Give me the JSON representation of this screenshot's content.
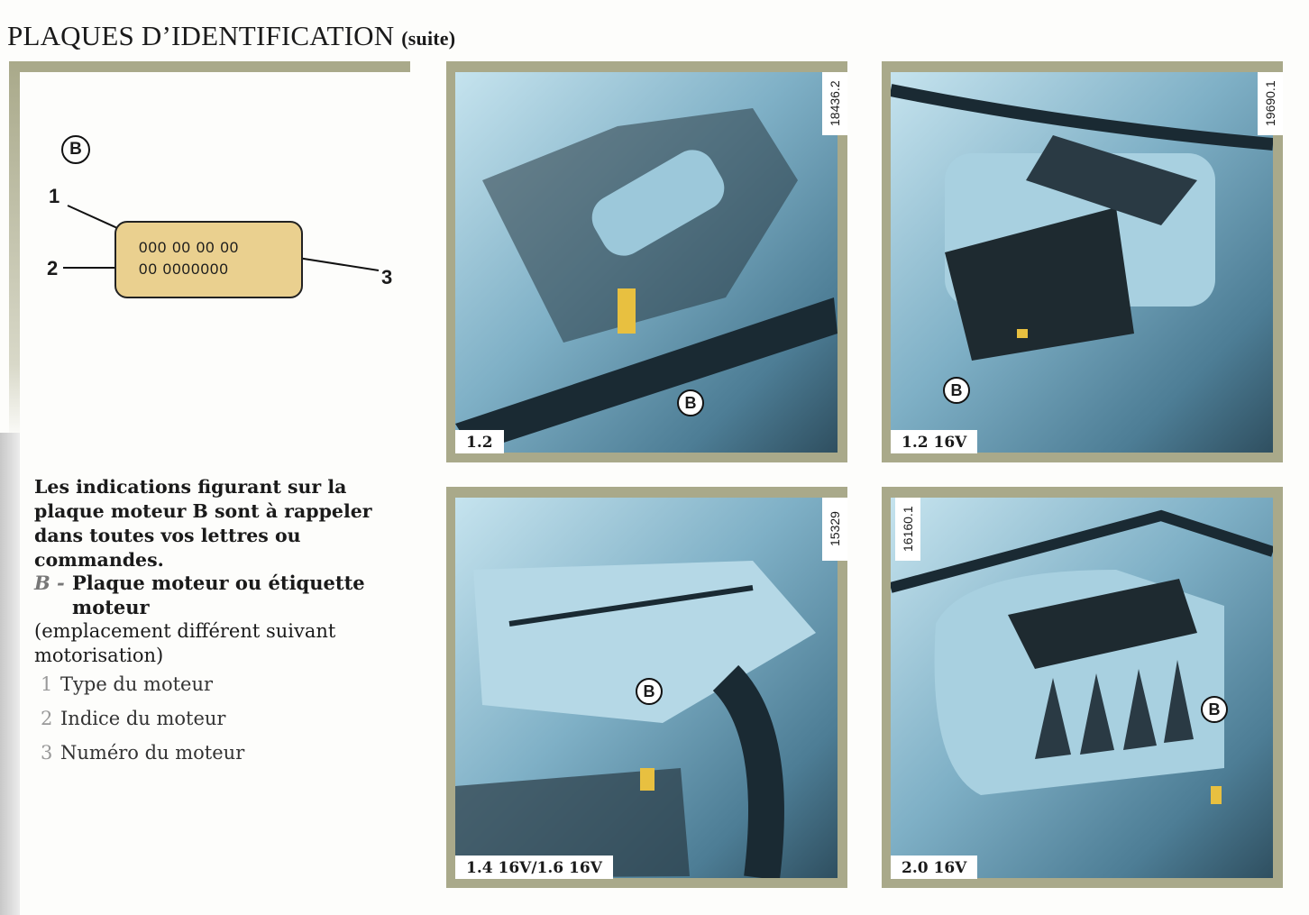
{
  "header": {
    "title": "PLAQUES D’IDENTIFICATION",
    "subtitle": "(suite)"
  },
  "diagram": {
    "marker": "B",
    "plate_line1": "000 00 00 00",
    "plate_line2": "00 0000000",
    "callouts": [
      "1",
      "2",
      "3"
    ]
  },
  "text": {
    "intro": "Les indications figurant sur la plaque moteur B sont à rappeler dans toutes vos lettres ou commandes.",
    "b_label": "B -",
    "b_title": "Plaque moteur ou étiquette moteur",
    "b_note": "(emplacement différent suivant motorisation)",
    "items": [
      {
        "n": "1",
        "label": "Type du moteur"
      },
      {
        "n": "2",
        "label": "Indice du moteur"
      },
      {
        "n": "3",
        "label": "Numéro du moteur"
      }
    ]
  },
  "photos": [
    {
      "label": "1.2",
      "code": "18436.2",
      "marker": "B"
    },
    {
      "label": "1.2 16V",
      "code": "19690.1",
      "marker": "B"
    },
    {
      "label": "1.4 16V/1.6 16V",
      "code": "15329",
      "marker": "B"
    },
    {
      "label": "2.0 16V",
      "code": "16160.1",
      "marker": "B"
    }
  ],
  "colors": {
    "frame": "#a9a98a",
    "plate": "#ead08f",
    "engine": "#7fb0c6"
  }
}
